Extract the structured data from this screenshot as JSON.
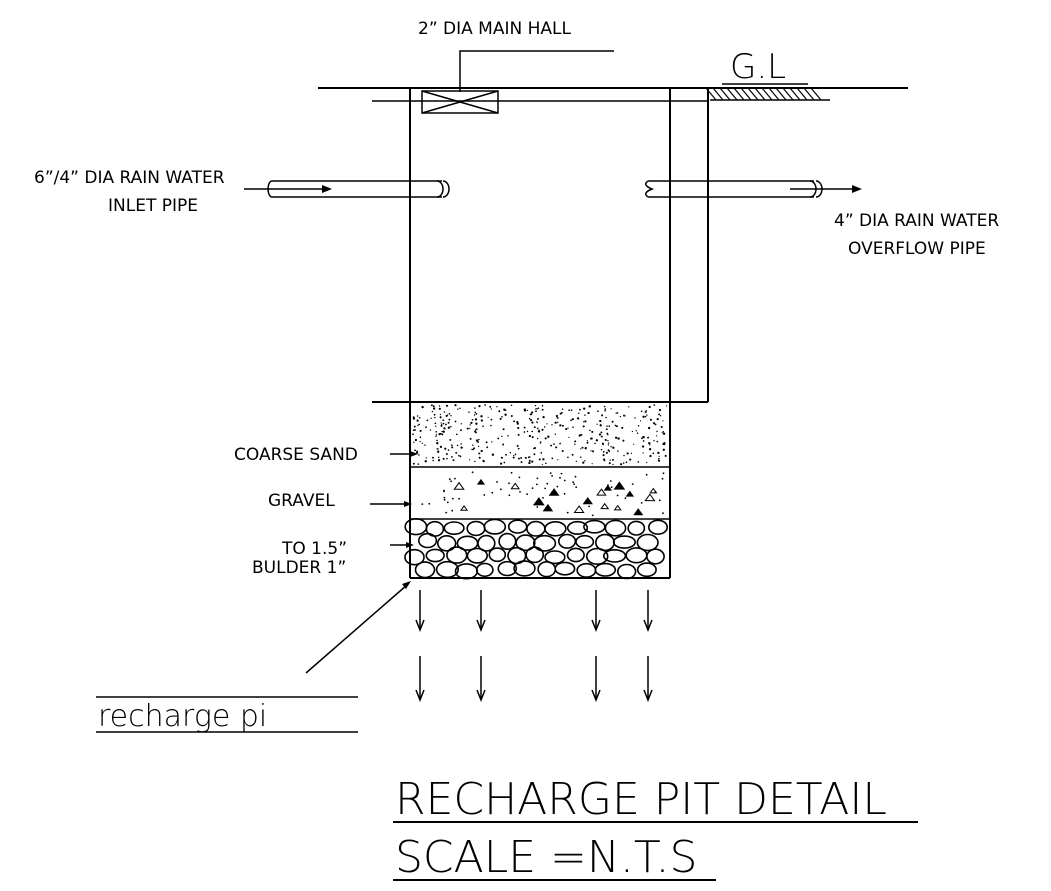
{
  "labels": {
    "main_hall": "2” DIA MAIN HALL",
    "ground_level": "G.L",
    "inlet_line1": "6”/4” DIA RAIN WATER",
    "inlet_line2": "INLET PIPE",
    "overflow_line1": "4” DIA RAIN WATER",
    "overflow_line2": "OVERFLOW PIPE",
    "coarse_sand": "COARSE SAND",
    "gravel": "GRAVEL",
    "boulder_line1": "TO 1.5”",
    "boulder_line2": "BULDER 1”",
    "recharge_pit_callout": "recharge pi"
  },
  "title": {
    "main": "RECHARGE PIT DETAIL",
    "scale": "SCALE =N.T.S"
  },
  "icons": {
    "manhole_cover": "manhole-cross-icon",
    "ground_hatch": "ground-hatch-icon",
    "flow_arrow": "down-arrow-icon"
  },
  "colors": {
    "line": "#000000",
    "background": "#ffffff"
  }
}
